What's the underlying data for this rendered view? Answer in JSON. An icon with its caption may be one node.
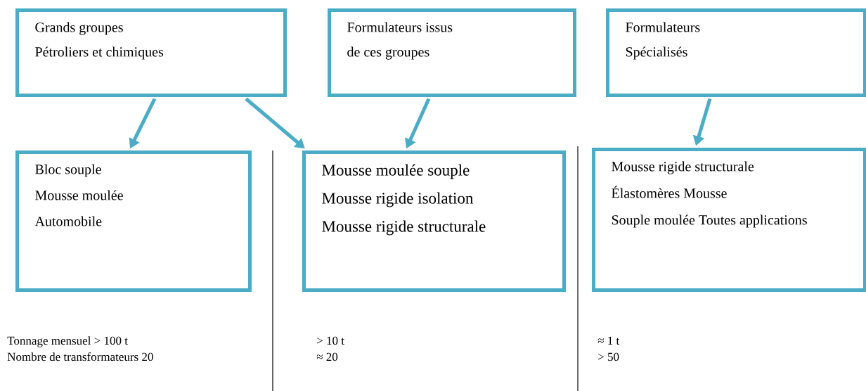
{
  "diagram": {
    "nodes": [
      {
        "text": [
          "Grands groupes",
          "Pétroliers et chimiques"
        ]
      },
      {
        "text": [
          "Formulateurs issus",
          "de ces groupes"
        ]
      },
      {
        "text": [
          "Formulateurs",
          "Spécialisés"
        ]
      },
      {
        "text": [
          "Bloc souple",
          "Mousse moulée",
          "Automobile"
        ]
      },
      {
        "text": [
          "Mousse moulée souple",
          "Mousse rigide isolation",
          "Mousse rigide structurale"
        ]
      },
      {
        "text": [
          "Mousse rigide structurale",
          "Élastomères Mousse",
          "Souple moulée Toutes applications"
        ]
      }
    ],
    "edges": [
      {
        "from": 0,
        "to": 3,
        "arrow": "to"
      },
      {
        "from": 0,
        "to": 4,
        "arrow": "to"
      },
      {
        "from": 1,
        "to": 4,
        "arrow": "to"
      },
      {
        "from": 2,
        "to": 5,
        "arrow": "to"
      }
    ],
    "labels": [
      "Tonnage mensuel > 100 t",
      "> 10 t",
      "≈ 1 t",
      "Nombre de transformateurs 20",
      "≈ 20",
      ">  50"
    ]
  }
}
